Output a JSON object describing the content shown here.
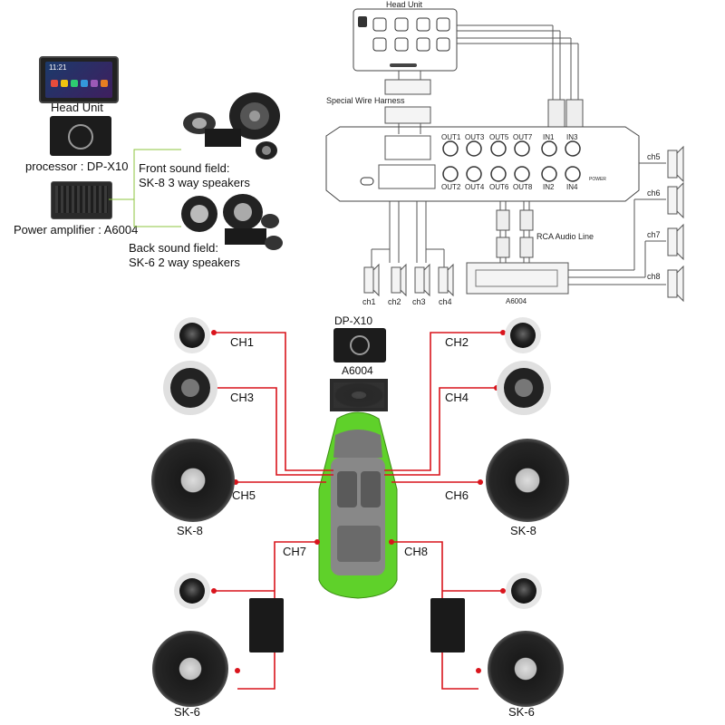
{
  "legend": {
    "head_unit": "Head Unit",
    "processor": "processor : DP-X10",
    "power_amplifier": "Power amplifier : A6004",
    "front_field_line1": "Front sound field:",
    "front_field_line2": "SK-8 3 way speakers",
    "back_field_line1": "Back sound field:",
    "back_field_line2": "SK-6 2 way speakers",
    "screen_time": "11:21"
  },
  "schematic": {
    "head_unit_title": "Head Unit",
    "harness_label": "Special Wire Harness",
    "rca_label": "RCA Audio Line",
    "amp_label": "A6004",
    "power_label": "POWER",
    "outputs_top": [
      "OUT1",
      "OUT3",
      "OUT5",
      "OUT7"
    ],
    "outputs_bottom": [
      "OUT2",
      "OUT4",
      "OUT6",
      "OUT8"
    ],
    "inputs_top": [
      "IN1",
      "IN3"
    ],
    "inputs_bottom": [
      "IN2",
      "IN4"
    ],
    "bottom_channels": [
      "ch1",
      "ch2",
      "ch3",
      "ch4"
    ],
    "right_channels": [
      "ch5",
      "ch6",
      "ch7",
      "ch8"
    ]
  },
  "layout": {
    "dpx10_label": "DP-X10",
    "a6004_label": "A6004",
    "channels": [
      "CH1",
      "CH2",
      "CH3",
      "CH4",
      "CH5",
      "CH6",
      "CH7",
      "CH8"
    ],
    "sk8_left": "SK-8",
    "sk8_right": "SK-8",
    "sk6_left": "SK-6",
    "sk6_right": "SK-6"
  },
  "colors": {
    "wire": "#d9141c",
    "car": "#5fd12a",
    "schematic_line": "#444444"
  }
}
